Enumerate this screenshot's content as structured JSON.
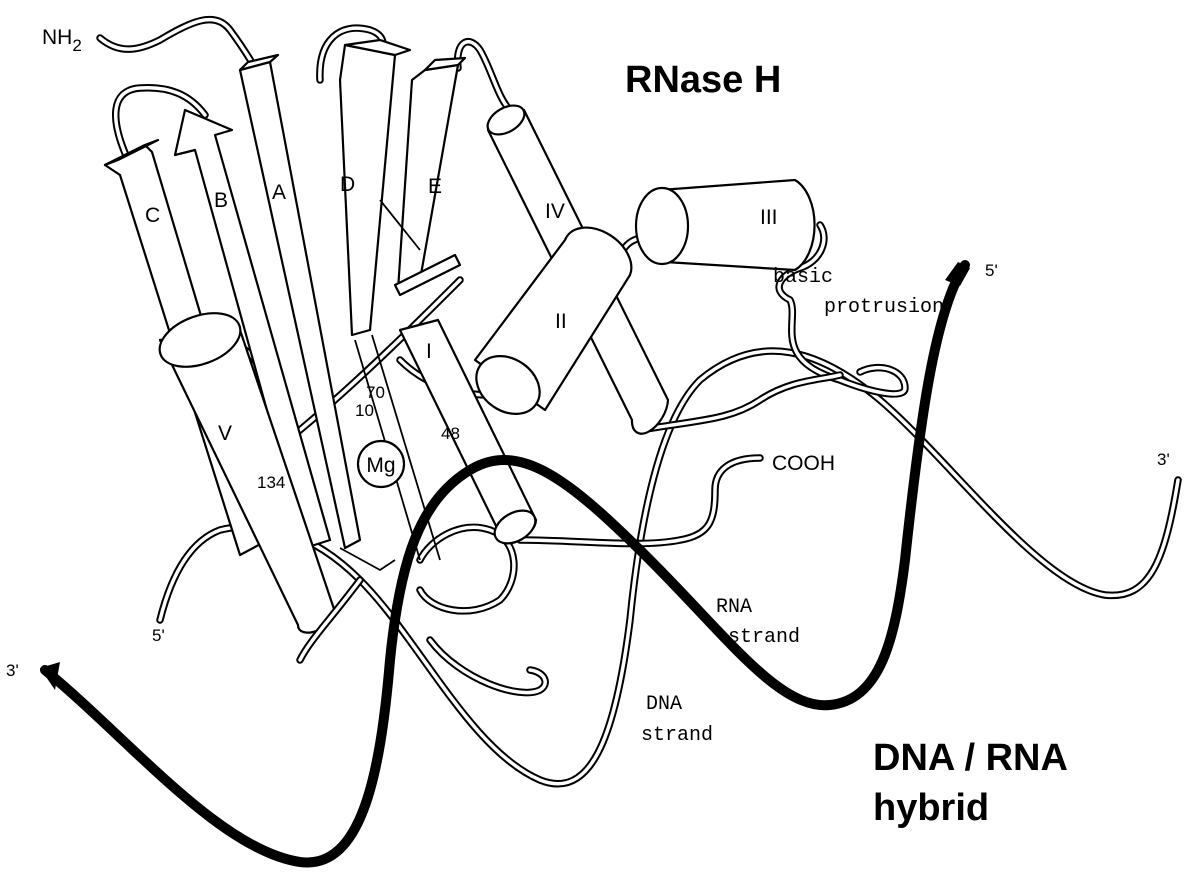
{
  "diagram": {
    "title_protein": "RNase H",
    "title_hybrid_line1": "DNA / RNA",
    "title_hybrid_line2": "hybrid",
    "termini": {
      "n_terminus": "NH",
      "n_terminus_subscript": "2",
      "c_terminus": "COOH"
    },
    "strand_labels": [
      "C",
      "B",
      "A",
      "D",
      "E"
    ],
    "helix_labels": [
      "IV",
      "III",
      "II",
      "I",
      "V"
    ],
    "residue_numbers": [
      "70",
      "10",
      "48",
      "134"
    ],
    "metal_ion": "Mg",
    "basic_protrusion_line1": "basic",
    "basic_protrusion_line2": "protrusion",
    "rna_strand_line1": "RNA",
    "rna_strand_line2": "strand",
    "dna_strand_line1": "DNA",
    "dna_strand_line2": "strand",
    "end_labels": {
      "rna_5prime": "5'",
      "rna_3prime": "3'",
      "dna_5prime": "5'",
      "dna_3prime": "3'"
    },
    "colors": {
      "line": "#000000",
      "fill": "#ffffff"
    }
  }
}
